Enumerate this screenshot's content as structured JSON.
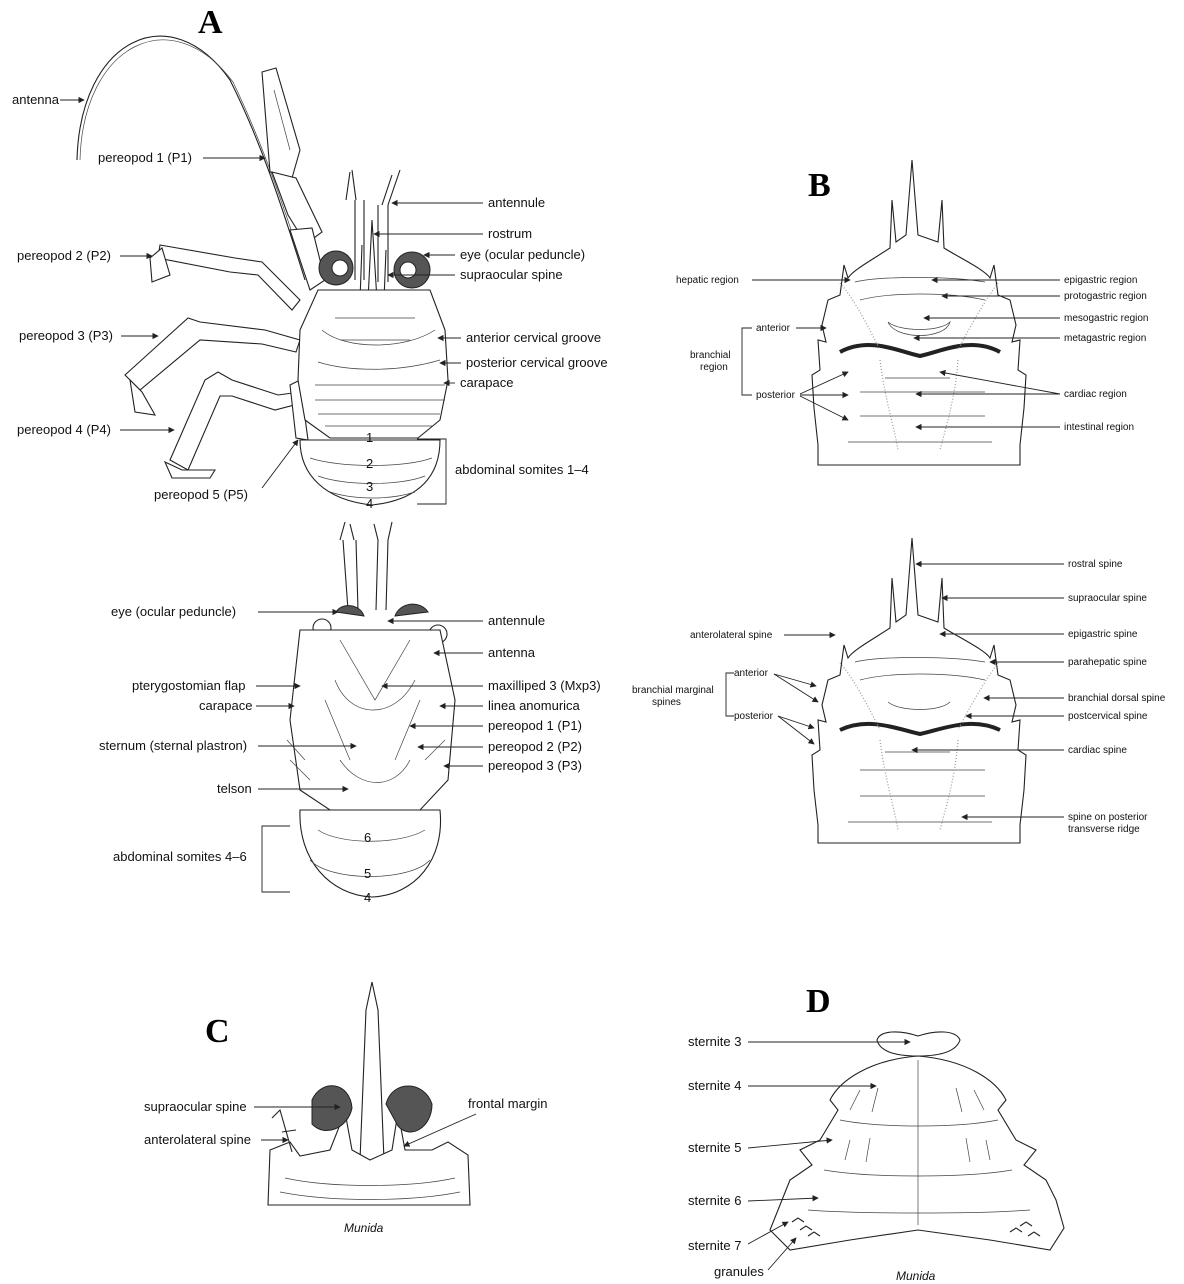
{
  "panels": {
    "A": "A",
    "B": "B",
    "C": "C",
    "D": "D"
  },
  "captions": {
    "c": "Munida",
    "d": "Munida"
  },
  "labels": {
    "a_dorsal": {
      "antenna": "antenna",
      "p1": "pereopod 1 (P1)",
      "p2": "pereopod 2 (P2)",
      "p3": "pereopod 3 (P3)",
      "p4": "pereopod 4 (P4)",
      "p5": "pereopod 5 (P5)",
      "antennule": "antennule",
      "rostrum": "rostrum",
      "eye": "eye (ocular peduncle)",
      "supraocular": "supraocular spine",
      "ant_cervical": "anterior cervical groove",
      "post_cervical": "posterior cervical groove",
      "carapace": "carapace",
      "abd_1_4": "abdominal somites 1–4",
      "n1": "1",
      "n2": "2",
      "n3": "3",
      "n4": "4"
    },
    "a_ventral": {
      "eye": "eye (ocular peduncle)",
      "pterygostomian": "pterygostomian flap",
      "carapace": "carapace",
      "sternum": "sternum (sternal plastron)",
      "telson": "telson",
      "abd_4_6": "abdominal somites 4–6",
      "antennule": "antennule",
      "antenna": "antenna",
      "mxp3": "maxilliped 3 (Mxp3)",
      "linea": "linea anomurica",
      "p1": "pereopod 1 (P1)",
      "p2": "pereopod 2 (P2)",
      "p3": "pereopod 3 (P3)",
      "n6": "6",
      "n5": "5",
      "n4": "4"
    },
    "b_regions": {
      "hepatic": "hepatic region",
      "branchial_1": "branchial",
      "branchial_2": "region",
      "anterior": "anterior",
      "posterior": "posterior",
      "epigastric": "epigastric region",
      "protogastric": "protogastric region",
      "mesogastric": "mesogastric region",
      "metagastric": "metagastric region",
      "cardiac": "cardiac region",
      "intestinal": "intestinal region"
    },
    "b_spines": {
      "anterolateral": "anterolateral spine",
      "bms_1": "branchial marginal",
      "bms_2": "spines",
      "anterior": "anterior",
      "posterior": "posterior",
      "rostral": "rostral spine",
      "supraocular": "supraocular spine",
      "epigastric": "epigastric spine",
      "parahepatic": "parahepatic spine",
      "branchial_dorsal": "branchial dorsal spine",
      "postcervical": "postcervical spine",
      "cardiac": "cardiac spine",
      "posterior_ridge_1": "spine on posterior",
      "posterior_ridge_2": "transverse ridge"
    },
    "c": {
      "supraocular": "supraocular spine",
      "anterolateral": "anterolateral spine",
      "frontal": "frontal margin"
    },
    "d": {
      "s3": "sternite 3",
      "s4": "sternite 4",
      "s5": "sternite 5",
      "s6": "sternite 6",
      "s7": "sternite 7",
      "granules": "granules"
    }
  }
}
